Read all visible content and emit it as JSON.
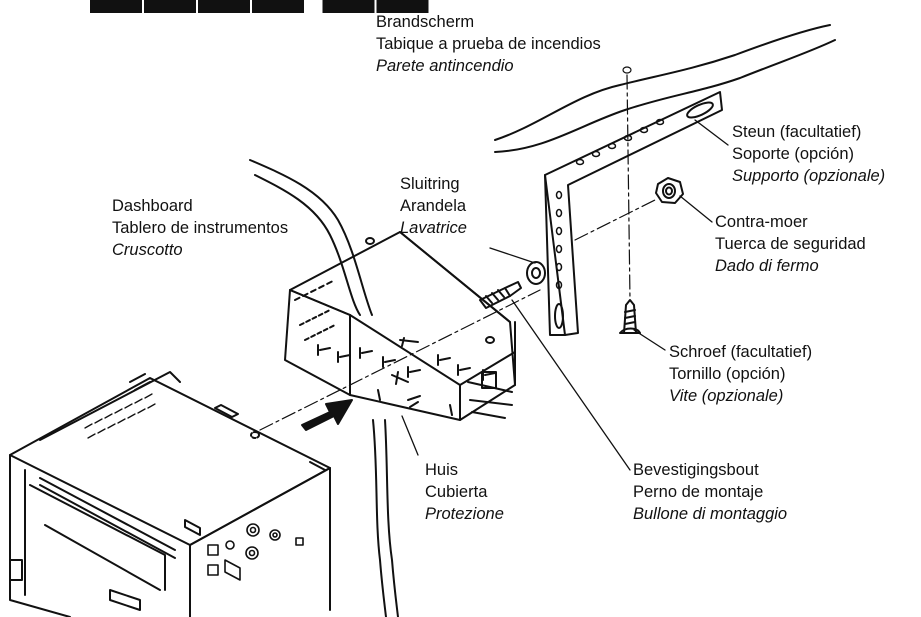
{
  "labels": {
    "brandscherm": {
      "nl": "Brandscherm",
      "es": "Tabique a prueba de incendios",
      "it": "Parete antincendio"
    },
    "steun": {
      "nl": "Steun (facultatief)",
      "es": "Soporte (opción)",
      "it": "Supporto (opzionale)"
    },
    "contramoer": {
      "nl": "Contra-moer",
      "es": "Tuerca de seguridad",
      "it": "Dado di fermo"
    },
    "sluitring": {
      "nl": "Sluitring",
      "es": "Arandela",
      "it": "Lavatrice"
    },
    "dashboard": {
      "nl": "Dashboard",
      "es": "Tablero de instrumentos",
      "it": "Cruscotto"
    },
    "schroef": {
      "nl": "Schroef (facultatief)",
      "es": "Tornillo (opción)",
      "it": "Vite (opzionale)"
    },
    "bevestigingsbout": {
      "nl": "Bevestigingsbout",
      "es": "Perno de montaje",
      "it": "Bullone di montaggio"
    },
    "huis": {
      "nl": "Huis",
      "es": "Cubierta",
      "it": "Protezione"
    }
  }
}
